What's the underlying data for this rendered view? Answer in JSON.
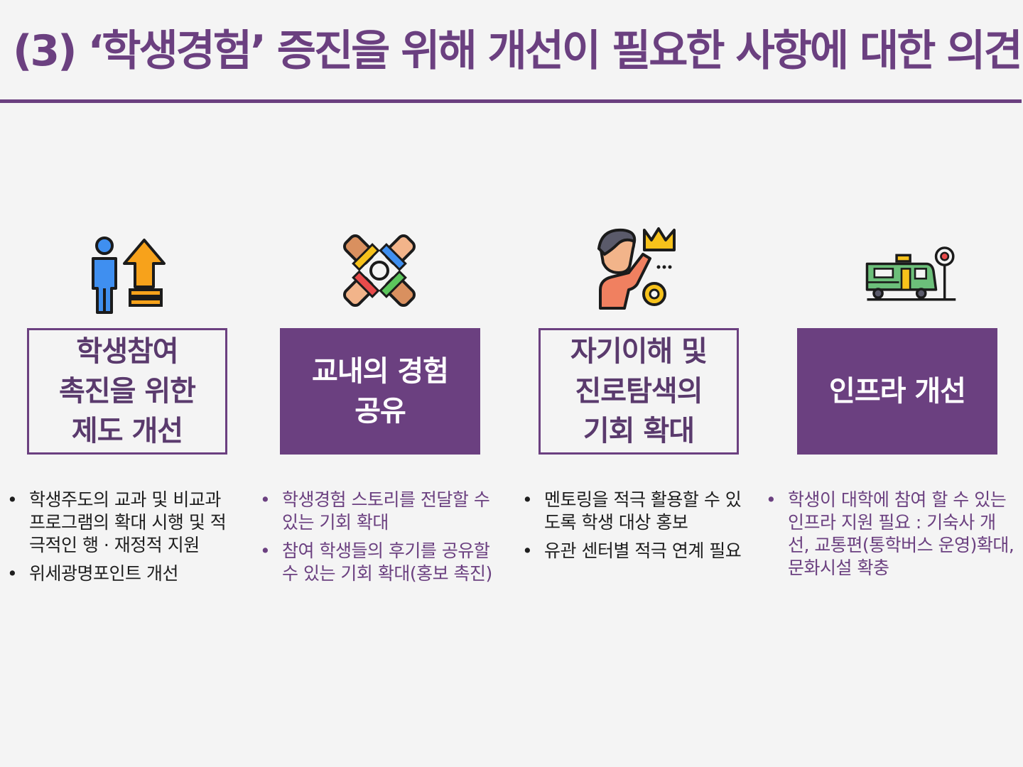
{
  "title": "(3) ‘학생경험’ 증진을 위해 개선이 필요한 사항에 대한 의견",
  "colors": {
    "accent": "#6b4080",
    "background": "#f4f4f4"
  },
  "columns": [
    {
      "icon": "person-growth-arrow-icon",
      "heading": "학생참여\n촉진을 위한\n제도 개선",
      "style": "outline",
      "bullets": [
        "학생주도의 교과 및 비교과 프로그램의 확대 시행 및 적극적인 행 · 재정적 지원",
        "위세광명포인트 개선"
      ]
    },
    {
      "icon": "joined-hands-icon",
      "heading": "교내의 경험\n공유",
      "style": "filled",
      "bullets": [
        "학생경험 스토리를 전달할 수 있는 기회 확대",
        "참여 학생들의 후기를 공유할 수 있는 기회 확대(홍보 촉진)"
      ]
    },
    {
      "icon": "crowned-thinker-gear-icon",
      "heading": "자기이해 및\n진로탐색의\n기회 확대",
      "style": "outline",
      "bullets": [
        "멘토링을 적극 활용할 수 있도록 학생 대상 홍보",
        "유관 센터별 적극 연계 필요"
      ]
    },
    {
      "icon": "bus-stop-icon",
      "heading": "인프라 개선",
      "style": "filled",
      "bullets": [
        "학생이 대학에 참여 할 수 있는 인프라 지원 필요 : 기숙사 개선, 교통편(통학버스 운영)확대, 문화시설 확충"
      ]
    }
  ]
}
